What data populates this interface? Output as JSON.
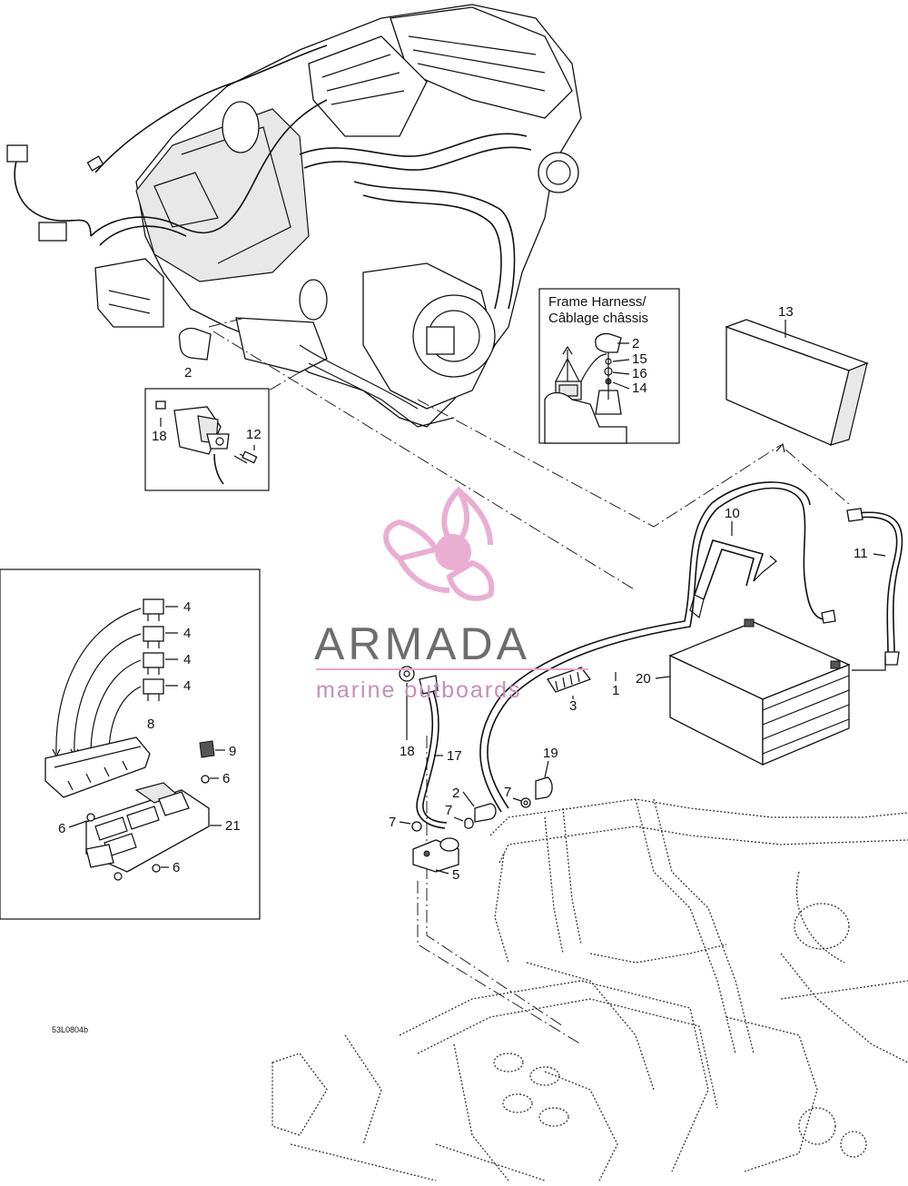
{
  "diagram_code": "53L0804b",
  "inset_frame_harness": {
    "title_line1": "Frame Harness/",
    "title_line2": "Câblage châssis"
  },
  "watermark": {
    "brand": "ARMADA",
    "tagline": "marine outboards",
    "accent_color": "#e8a6cf",
    "text_color": "#6d6d6d"
  },
  "callouts": {
    "c1": "1",
    "c2a": "2",
    "c2b": "2",
    "c2c": "2",
    "c3": "3",
    "c4a": "4",
    "c4b": "4",
    "c4c": "4",
    "c4d": "4",
    "c5": "5",
    "c6a": "6",
    "c6b": "6",
    "c6c": "6",
    "c7a": "7",
    "c7b": "7",
    "c7c": "7",
    "c8": "8",
    "c9": "9",
    "c10": "10",
    "c11": "11",
    "c12": "12",
    "c13": "13",
    "c14": "14",
    "c15": "15",
    "c16": "16",
    "c17": "17",
    "c18a": "18",
    "c18b": "18",
    "c19": "19",
    "c20": "20",
    "c21": "21"
  }
}
